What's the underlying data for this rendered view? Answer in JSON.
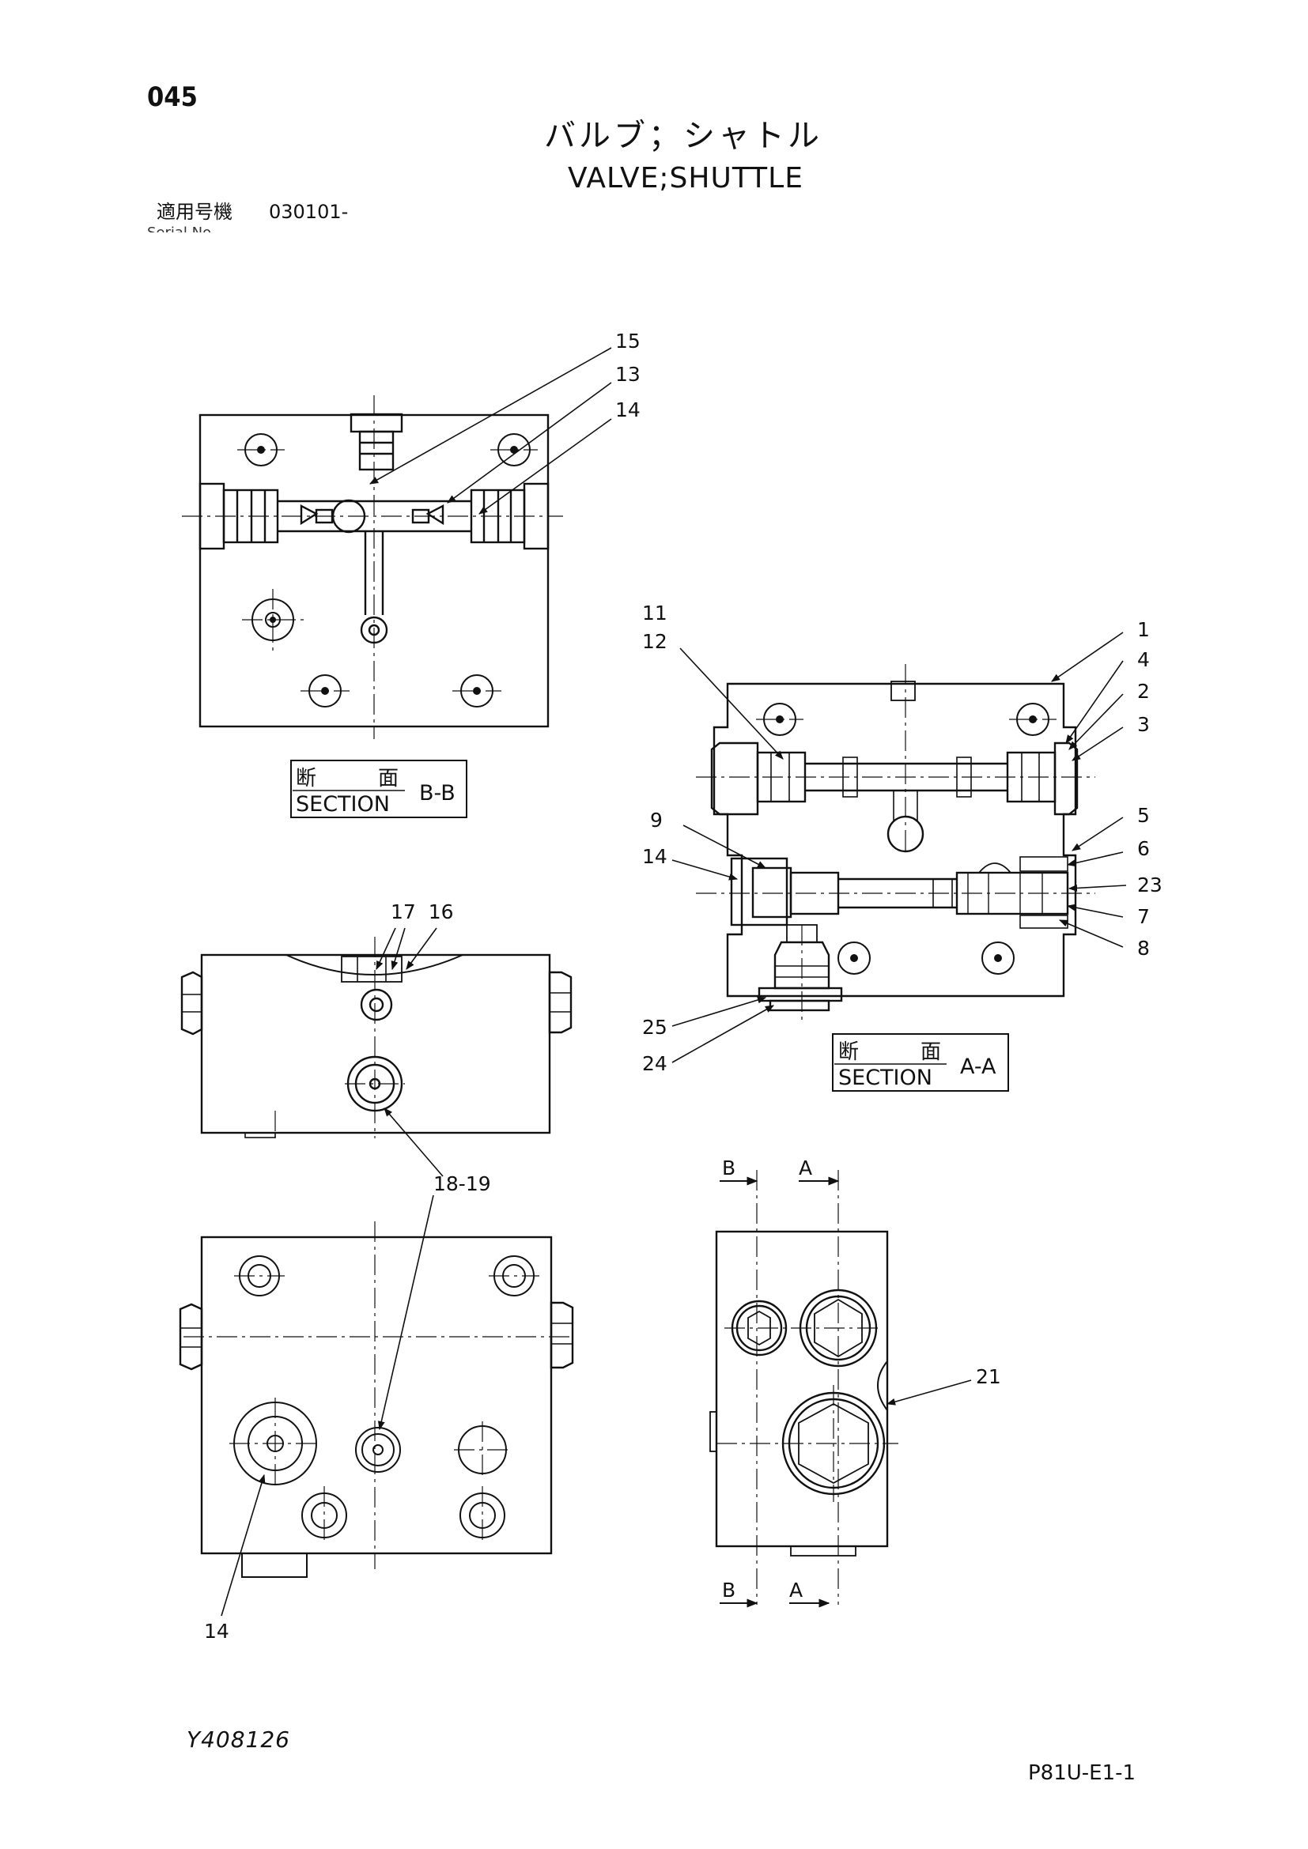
{
  "page_number": "045",
  "title": {
    "japanese": "バルブ；シャトル",
    "english": "VALVE;SHUTTLE"
  },
  "applicability": {
    "label": "適用号機",
    "serial_from": "030101-",
    "sub_label": "Serial No."
  },
  "section_bb": {
    "jp_left": "断",
    "jp_right": "面",
    "en": "SECTION",
    "id": "B-B"
  },
  "section_aa": {
    "jp_left": "断",
    "jp_right": "面",
    "en": "SECTION",
    "id": "A-A"
  },
  "callouts": {
    "c15": "15",
    "c13": "13",
    "c14_top": "14",
    "c11": "11",
    "c12": "12",
    "c1": "1",
    "c4": "4",
    "c2": "2",
    "c3": "3",
    "c5": "5",
    "c6": "6",
    "c23": "23",
    "c7": "7",
    "c8": "8",
    "c9": "9",
    "c14_mid": "14",
    "c25": "25",
    "c24": "24",
    "c17_16": "17  16",
    "c18_19": "18-19",
    "c14_bottom": "14",
    "c21": "21"
  },
  "cut_markers": {
    "b": "B",
    "a": "A"
  },
  "document_ref": "Y408126",
  "sheet_ref": "P81U-E1-1"
}
